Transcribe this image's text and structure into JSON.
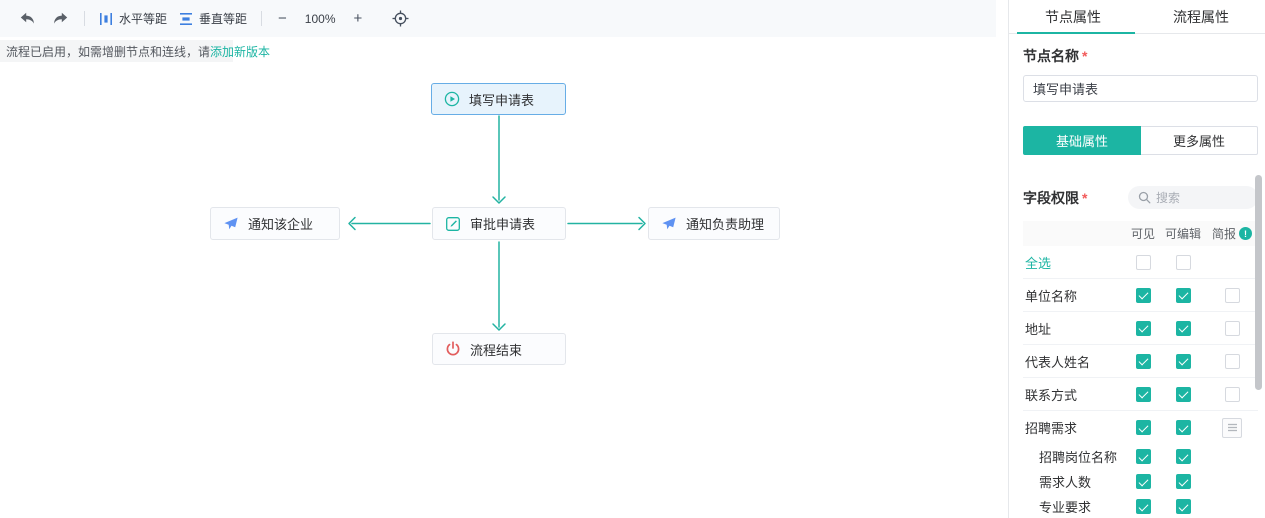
{
  "colors": {
    "accent_teal": "#1cb5a3",
    "toolbar_icon_blue": "#3d7fe0",
    "plane_blue": "#5f92f2",
    "power_red": "#e25d5d",
    "edge_teal": "#23b3a2",
    "selected_node_border": "#67ade6",
    "selected_node_bg": "#e7f3fc"
  },
  "toolbar": {
    "undo_icon": "undo-arrow",
    "redo_icon": "redo-arrow",
    "horizontal_spacing_label": "水平等距",
    "vertical_spacing_label": "垂直等距",
    "zoom_out_label": "−",
    "zoom_level": "100%",
    "zoom_in_label": "+",
    "locate_icon": "crosshair-target"
  },
  "notice": {
    "text": "流程已启用，如需增删节点和连线，请",
    "link": "添加新版本"
  },
  "flow": {
    "nodes": [
      {
        "id": "start",
        "label": "填写申请表",
        "icon": "play-icon",
        "selected": true
      },
      {
        "id": "approve",
        "label": "审批申请表",
        "icon": "form-edit-icon",
        "selected": false
      },
      {
        "id": "notify_company",
        "label": "通知该企业",
        "icon": "send-icon",
        "selected": false
      },
      {
        "id": "notify_assistant",
        "label": "通知负责助理",
        "icon": "send-icon",
        "selected": false
      },
      {
        "id": "end",
        "label": "流程结束",
        "icon": "power-icon",
        "selected": false
      }
    ],
    "edges": [
      {
        "from": "填写申请表",
        "to": "审批申请表"
      },
      {
        "from": "审批申请表",
        "to": "通知该企业"
      },
      {
        "from": "审批申请表",
        "to": "通知负责助理"
      },
      {
        "from": "审批申请表",
        "to": "流程结束"
      }
    ]
  },
  "panel": {
    "tabs": [
      {
        "label": "节点属性",
        "active": true
      },
      {
        "label": "流程属性",
        "active": false
      }
    ],
    "node_name": {
      "label": "节点名称",
      "required": "*",
      "value": "填写申请表"
    },
    "sub_tabs": [
      {
        "label": "基础属性",
        "active": true
      },
      {
        "label": "更多属性",
        "active": false
      }
    ],
    "field_perm": {
      "label": "字段权限",
      "required": "*",
      "search_placeholder": "搜索"
    },
    "table": {
      "columns": [
        "可见",
        "可编辑",
        "简报"
      ],
      "brief_info_icon": "info-circle-icon",
      "select_all": {
        "label": "全选",
        "visible": false,
        "editable": false
      },
      "rows": [
        {
          "label": "单位名称",
          "visible": true,
          "editable": true,
          "brief": false
        },
        {
          "label": "地址",
          "visible": true,
          "editable": true,
          "brief": false
        },
        {
          "label": "代表人姓名",
          "visible": true,
          "editable": true,
          "brief": false
        },
        {
          "label": "联系方式",
          "visible": true,
          "editable": true,
          "brief": false
        },
        {
          "label": "招聘需求",
          "visible": true,
          "editable": true,
          "brief_control": "menu-button"
        },
        {
          "label": "招聘岗位名称",
          "indent": true,
          "visible": true,
          "editable": true
        },
        {
          "label": "需求人数",
          "indent": true,
          "visible": true,
          "editable": true
        },
        {
          "label": "专业要求",
          "indent": true,
          "visible": true,
          "editable": true
        }
      ]
    }
  }
}
